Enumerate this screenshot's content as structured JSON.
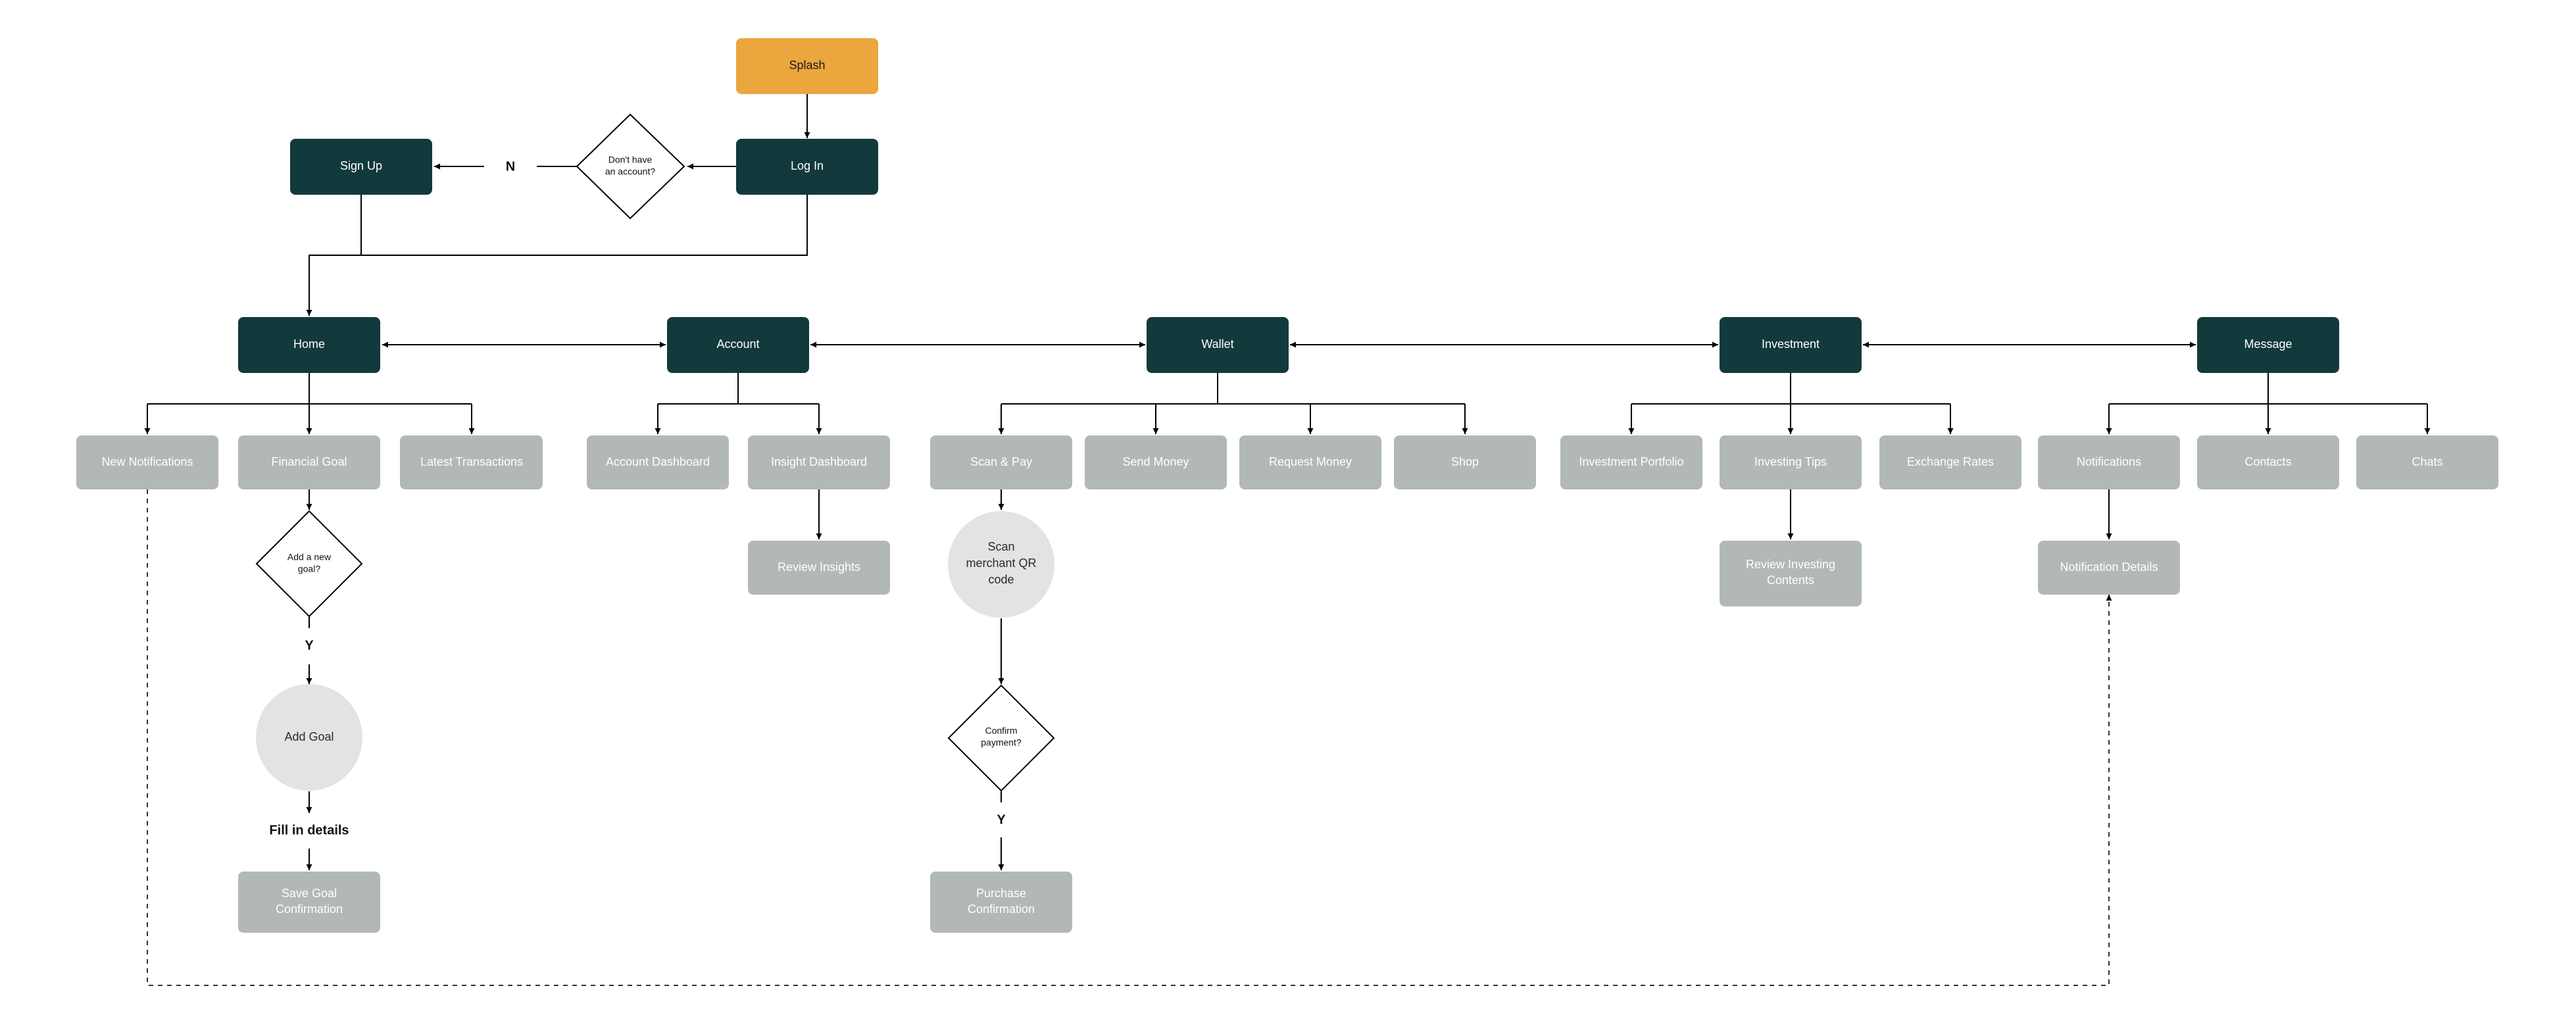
{
  "colors": {
    "dark_node": "#12393c",
    "light_node": "#b2b8b8",
    "start_node": "#eca63e",
    "circle_node": "#e3e3e3",
    "line": "#000000"
  },
  "nodes": {
    "splash": "Splash",
    "login": "Log In",
    "dont_have_account": [
      "Don't have",
      "an account?"
    ],
    "n_label": "N",
    "signup": "Sign Up",
    "home": "Home",
    "account": "Account",
    "wallet": "Wallet",
    "investment": "Investment",
    "message": "Message",
    "new_notifications": "New Notifications",
    "financial_goal": "Financial Goal",
    "latest_transactions": "Latest Transactions",
    "account_dashboard": "Account Dashboard",
    "insight_dashboard": "Insight Dashboard",
    "review_insights": "Review Insights",
    "scan_pay": "Scan & Pay",
    "send_money": "Send Money",
    "request_money": "Request Money",
    "shop": "Shop",
    "investment_portfolio": "Investment Portfolio",
    "investing_tips": "Investing Tips",
    "exchange_rates": "Exchange Rates",
    "review_investing_contents": [
      "Review Investing",
      "Contents"
    ],
    "notifications": "Notifications",
    "notification_details": "Notification Details",
    "contacts": "Contacts",
    "chats": "Chats",
    "add_new_goal": [
      "Add a new",
      "goal?"
    ],
    "y_goal": "Y",
    "add_goal": "Add Goal",
    "fill_in_details": "Fill in details",
    "save_goal_confirmation": [
      "Save Goal",
      "Confirmation"
    ],
    "scan_merchant_qr": [
      "Scan",
      "merchant QR",
      "code"
    ],
    "confirm_payment": [
      "Confirm",
      "payment?"
    ],
    "y_payment": "Y",
    "purchase_confirmation": [
      "Purchase",
      "Confirmation"
    ]
  }
}
